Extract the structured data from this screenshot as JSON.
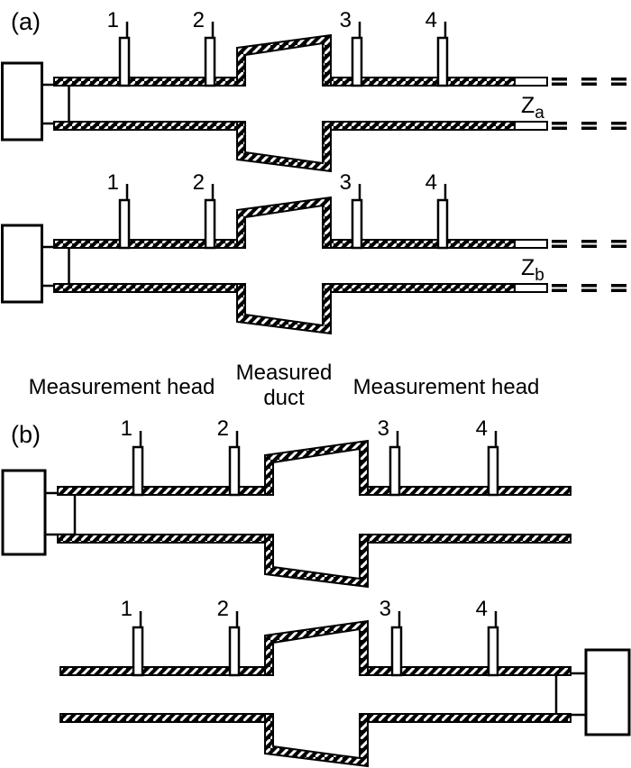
{
  "diagram": {
    "background_color": "#ffffff",
    "line_color": "#000000",
    "panel_a": {
      "label": "(a)",
      "row1": {
        "mics": [
          "1",
          "2",
          "3",
          "4"
        ],
        "impedance": {
          "base": "Z",
          "sub": "a"
        }
      },
      "row2": {
        "mics": [
          "1",
          "2",
          "3",
          "4"
        ],
        "impedance": {
          "base": "Z",
          "sub": "b"
        }
      },
      "captions": {
        "left": "Measurement head",
        "center_line1": "Measured",
        "center_line2": "duct",
        "right": "Measurement head"
      }
    },
    "panel_b": {
      "label": "(b)",
      "row1": {
        "mics": [
          "1",
          "2",
          "3",
          "4"
        ]
      },
      "row2": {
        "mics": [
          "1",
          "2",
          "3",
          "4"
        ]
      }
    }
  }
}
